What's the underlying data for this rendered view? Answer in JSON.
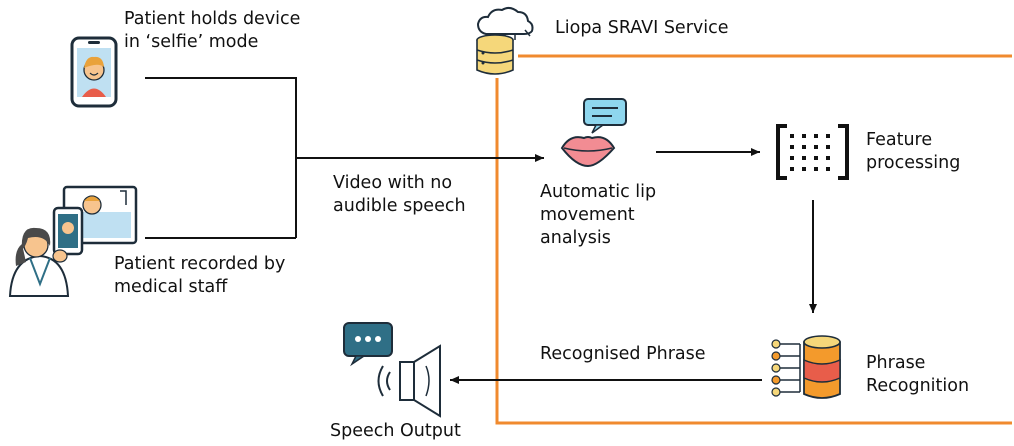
{
  "colors": {
    "frame": "#F08A2E",
    "connector": "#111111",
    "skin": "#F7C48E",
    "hair": "#E9A23B",
    "teal": "#2F6F86",
    "lightblue": "#BFE0F2",
    "lips": "#F28C93",
    "bubble": "#8ED6EE",
    "db_orange": "#F39A2C",
    "db_red": "#E85D4A",
    "db_yellow": "#F5D77A"
  },
  "icons": {
    "phone": "smartphone-selfie-icon",
    "medical": "medical-staff-recording-icon",
    "cloud": "cloud-database-icon",
    "lips": "lips-speech-icon",
    "feature": "feature-matrix-icon",
    "phrase": "database-network-icon",
    "speaker": "speaker-chat-icon"
  },
  "labels": {
    "patient_selfie": "Patient holds device\nin ‘selfie’ mode",
    "patient_staff": "Patient recorded by\nmedical staff",
    "video": "Video with no\naudible speech",
    "service": "Liopa SRAVI Service",
    "lip_analysis": "Automatic lip\nmovement\nanalysis",
    "feature": "Feature\nprocessing",
    "phrase_recognition": "Phrase\nRecognition",
    "recognised": "Recognised Phrase",
    "speech_output": "Speech Output"
  }
}
